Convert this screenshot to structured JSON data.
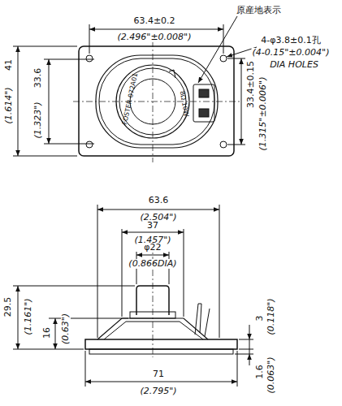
{
  "diagram": {
    "labels": [
      "原産地表示",
      "63.4±0.2",
      "(2.496\"±0.008\")",
      "4-φ3.8±0.1孔",
      "(4-0.15\"±0.004\")",
      "DIA HOLES",
      "41",
      "(1.614\")",
      "33.6",
      "(1.323\")",
      "FOSTER 072A01",
      "8Ω 10W",
      "33.4±0.15",
      "(1.315\"±0.006\")",
      "63.6",
      "(2.504\")",
      "37",
      "(1.457\")",
      "φ22",
      "(0.866DIA)",
      "29.5",
      "(1.161\")",
      "16",
      "(0.63\")",
      "3",
      "(0.118\")",
      "1.6",
      "(0.063\")",
      "71",
      "(2.795\")"
    ]
  }
}
